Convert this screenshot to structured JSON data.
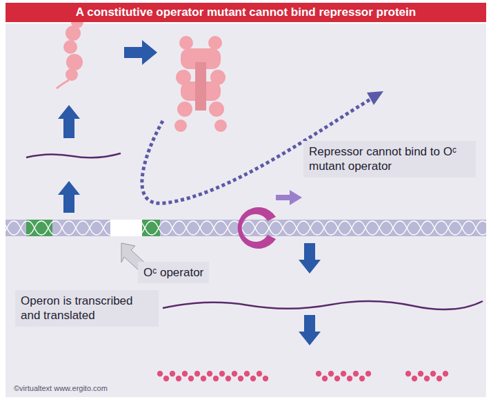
{
  "diagram": {
    "title": "A constitutive operator mutant cannot bind repressor protein",
    "nodes": [
      {
        "text": [
          "Repressor cannot bind to Oᶜ mutant operator"
        ]
      },
      {
        "text": [
          "Oᶜ operator"
        ]
      },
      {
        "text": [
          "Operon is transcribed and translated"
        ]
      }
    ],
    "labels": [
      "©virtualtext www.ergito.com"
    ]
  }
}
